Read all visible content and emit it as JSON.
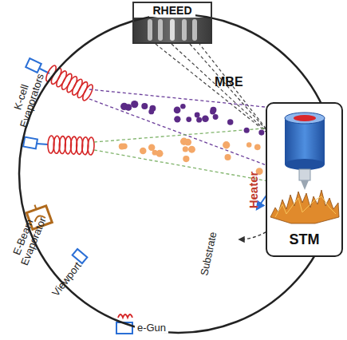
{
  "diagram": {
    "nodes": [
      {
        "text": [
          "MBE"
        ]
      },
      {
        "text": [
          "RHEED"
        ]
      },
      {
        "text": [
          "STM"
        ]
      }
    ],
    "labels": [
      "K-cell Evaporators",
      "E-Beam Evaporator",
      "Viewport",
      "e-Gun",
      "Heater",
      "Substrate"
    ]
  }
}
